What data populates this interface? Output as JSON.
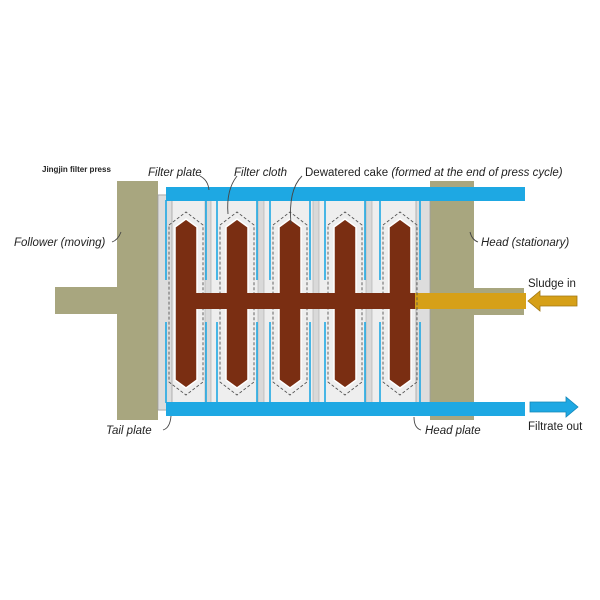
{
  "caption": "Jingjin filter press",
  "labels": {
    "filter_plate": "Filter plate",
    "filter_cloth": "Filter cloth",
    "dewatered_cake": "Dewatered cake",
    "dewatered_cake_note": "(formed at the end of press cycle)",
    "follower": "Follower (moving)",
    "head": "Head (stationary)",
    "sludge_in": "Sludge in",
    "tail_plate": "Tail plate",
    "head_plate": "Head plate",
    "filtrate_out": "Filtrate out"
  },
  "colors": {
    "frame": "#a8a67f",
    "frame_dark": "#8f8d68",
    "plate_fill": "#eeeeee",
    "plate_stroke": "#aaaaaa",
    "cake": "#7a2e12",
    "cake_stroke": "#ffffff",
    "filtrate": "#1ea8e3",
    "sludge": "#d6a018"
  }
}
